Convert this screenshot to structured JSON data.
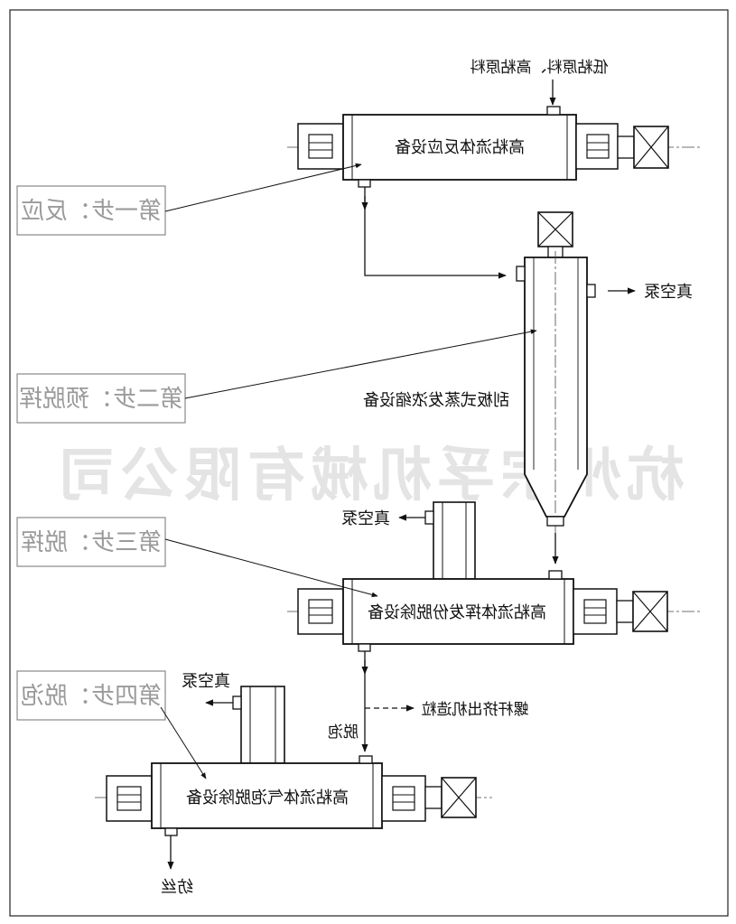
{
  "watermark": "杭州宗孚机械有限公司",
  "steps": [
    {
      "label": "第一步：反应"
    },
    {
      "label": "第二步：预脱挥"
    },
    {
      "label": "第三步：脱挥"
    },
    {
      "label": "第四步：脱泡"
    }
  ],
  "equipment": {
    "reactor": "高粘流体反应设备",
    "evaporator": "刮板式蒸发浓缩设备",
    "devolatilizer": "高粘流体挥发份脱除设备",
    "degasser": "高粘流体气泡脱除设备"
  },
  "streams": {
    "feed": "低粘原料、高粘原料",
    "vacuum_pump": "真空泵",
    "screw_extruder": "螺杆挤出机造粒",
    "degassing": "脱泡",
    "spinning": "纺丝"
  }
}
